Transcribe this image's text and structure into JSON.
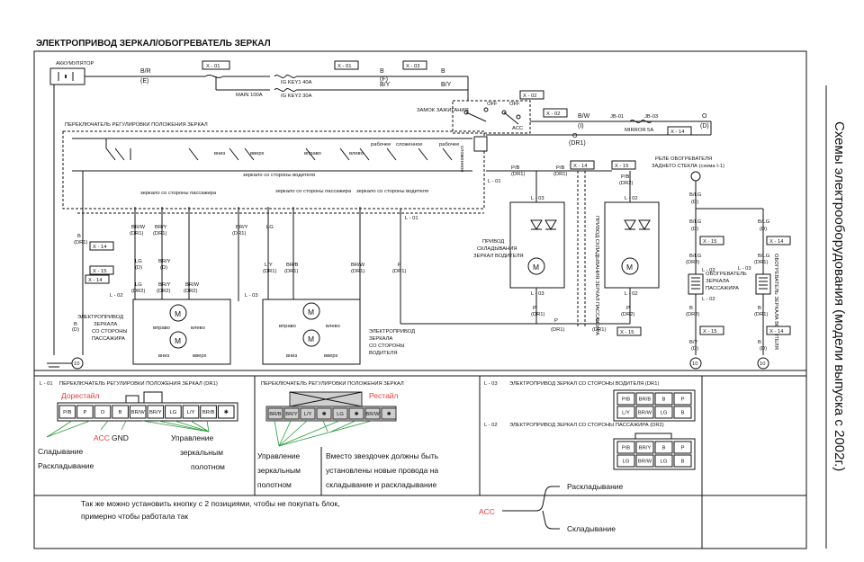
{
  "title": "ЭЛЕКТРОПРИВОД ЗЕРКАЛ/ОБОГРЕВАТЕЛЬ ЗЕРКАЛ",
  "side_title": "Схемы электрооборудования (модели выпуска с 2002г.)",
  "top": {
    "battery": "АККУМУЛЯТОР",
    "wire_br": "B/R",
    "wire_e": "(E)",
    "conn_x01": "X - 01",
    "conn_x03": "X - 03",
    "conn_x02": "X - 02",
    "ig_key1": "IG KEY1 40A",
    "main": "MAIN 100A",
    "ig_key2": "IG KEY2 30A",
    "wire_b_f": "B",
    "wire_f": "(F)",
    "wire_by": "B/Y",
    "ignition": "ЗАМОК ЗАЖИГАНИЯ",
    "acc": "ACC",
    "off": "OFF",
    "wire_bw": "B/W",
    "wire_i": "(I)",
    "jb01": "JB-01",
    "jb03": "JB-03",
    "mirror_fuse": "MIRROR 5A",
    "conn_x14": "X - 14",
    "wire_o": "O",
    "wire_dr1": "(DR1)"
  },
  "switch": {
    "label": "ПЕРЕКЛЮЧАТЕЛЬ РЕГУЛИРОВКИ ПОЛОЖЕНИЯ ЗЕРКАЛ",
    "down": "вниз",
    "up": "вверх",
    "right": "вправо",
    "left": "влево",
    "work1": "рабочее",
    "fold": "сложенное",
    "work2": "рабочее",
    "folded_side": "сложенное",
    "driver_mirror": "зеркало со стороны водителя",
    "pass_mirror": "зеркало со стороны пассажира",
    "pass_mirror2": "зеркало со стороны пассажира",
    "driver_mirror2": "зеркало со стороны водителя",
    "l01": "L - 01"
  },
  "wires": {
    "b": "B",
    "dr1": "(DR1)",
    "dr2": "(DR2)",
    "brw": "BR/W",
    "lg": "LG",
    "bry": "BR/Y",
    "d": "(D)",
    "ly": "L/Y",
    "brb": "BR/B",
    "p": "P",
    "pb": "P/B",
    "blg": "B/LG",
    "conn_x14": "X - 14",
    "conn_x15": "X - 15",
    "l02": "L - 02",
    "l03": "L - 03"
  },
  "left_motor": {
    "label": "ЭЛЕКТРОПРИВОД ЗЕРКАЛА СО СТОРОНЫ ПАССАЖИРА",
    "right": "вправо",
    "left": "влево",
    "down": "вниз",
    "up": "вверх",
    "m": "M"
  },
  "right_motor": {
    "label": "ЭЛЕКТРОПРИВОД ЗЕРКАЛА СО СТОРОНЫ ВОДИТЕЛЯ",
    "right": "вправо",
    "left": "влево",
    "down": "вниз",
    "up": "вверх",
    "m": "M"
  },
  "fold_driver": "ПРИВОД СКЛАДЫВАНИЯ ЗЕРКАЛ ВОДИТЕЛЯ",
  "fold_pass": "ПРИВОД СКЛАДЫВАНИЯ ЗЕРКАЛ ПАССАЖИРА",
  "relay": "РЕЛЕ ОБОГРЕВАТЕЛЯ ЗАДНЕГО СТЕКЛА (схема I-1)",
  "heater_pass": "ОБОГРЕВАТЕЛЬ ЗЕРКАЛА ПАССАЖИРА",
  "heater_driver": "ОБОГРЕВАТЕЛЬ ЗЕРКАЛА ВОДИТЕЛЯ",
  "ground": "10",
  "panel_l01": {
    "code": "L - 01",
    "title": "ПЕРЕКЛЮЧАТЕЛЬ РЕГУЛИРОВКИ ПОЛОЖЕНИЯ ЗЕРКАЛ (DR1)",
    "pins": [
      "P/B",
      "P",
      "O",
      "B",
      "BR/W",
      "BR/Y",
      "LG",
      "L/Y",
      "BR/B",
      "✱"
    ],
    "dorestail": "Дорестайл",
    "acc": "ACC",
    "gnd": "GND",
    "folding1": "Сладывание",
    "folding2": "Раскладывание",
    "control1": "Управление",
    "control2": "зеркальным",
    "control3": "полотном"
  },
  "panel_mid": {
    "title": "ПЕРЕКЛЮЧАТЕЛЬ РЕГУЛИРОВКИ ПОЛОЖЕНИЯ ЗЕРКАЛ",
    "pins": [
      "BR/B",
      "BR/Y",
      "L/Y",
      "✱",
      "LG",
      "✱",
      "BR/W",
      "✱"
    ],
    "restail": "Рестайл",
    "control1": "Управление",
    "control2": "зеркальным",
    "control3": "полотном",
    "note1": "Вместо звездочек должны быть",
    "note2": "установлены новые провода на",
    "note3": "складывание и раскладывание"
  },
  "panel_right": {
    "code1": "L - 03",
    "title1": "ЭЛЕКТРОПРИВОД ЗЕРКАЛ СО СТОРОНЫ ВОДИТЕЛЯ (DR1)",
    "pins1_top": [
      "P/B",
      "BR/B",
      "B",
      "P"
    ],
    "pins1_bot": [
      "L/Y",
      "BR/W",
      "LG",
      "B"
    ],
    "code2": "L - 02",
    "title2": "ЭЛЕКТРОПРИВОД ЗЕРКАЛ СО СТОРОНЫ ПАССАЖИРА (DR2)",
    "pins2_top": [
      "P/B",
      "BR/Y",
      "B",
      "P"
    ],
    "pins2_bot": [
      "LG",
      "BR/W",
      "LG",
      "B"
    ]
  },
  "bottom": {
    "line1": "Так же можно установить кнопку с 2 позициями, чтобы не покупать блок,",
    "line2": "примерно чтобы работала так",
    "acc": "ACC",
    "unfold": "Раскладывание",
    "fold": "Складывание"
  }
}
